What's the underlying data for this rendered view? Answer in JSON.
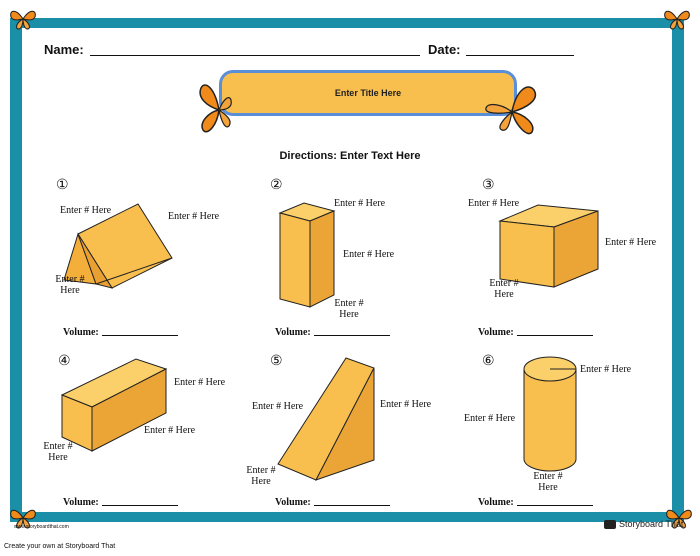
{
  "header": {
    "name_label": "Name:",
    "date_label": "Date:"
  },
  "title_banner": {
    "text": "Enter Title Here"
  },
  "directions": "Directions: Enter Text Here",
  "problems": [
    {
      "number": "①",
      "labels": [
        "Enter # Here",
        "Enter # Here",
        "Enter #",
        "Here"
      ],
      "volume_label": "Volume:"
    },
    {
      "number": "②",
      "labels": [
        "Enter # Here",
        "Enter # Here",
        "Enter #",
        "Here"
      ],
      "volume_label": "Volume:"
    },
    {
      "number": "③",
      "labels": [
        "Enter # Here",
        "Enter # Here",
        "Enter #",
        "Here"
      ],
      "volume_label": "Volume:"
    },
    {
      "number": "④",
      "labels": [
        "Enter # Here",
        "Enter # Here",
        "Enter #",
        "Here"
      ],
      "volume_label": "Volume:"
    },
    {
      "number": "⑤",
      "labels": [
        "Enter # Here",
        "Enter # Here",
        "Enter #",
        "Here"
      ],
      "volume_label": "Volume:"
    },
    {
      "number": "⑥",
      "labels": [
        "Enter # Here",
        "Enter # Here",
        "Enter #",
        "Here"
      ],
      "volume_label": "Volume:"
    }
  ],
  "footer": {
    "site": "www.storyboardthat.com",
    "logo_text": "Storyboard That",
    "caption": "Create your own at Storyboard That"
  },
  "colors": {
    "frame": "#1a8fa7",
    "shape_fill": "#f9bf4e",
    "banner_border": "#5a8fd8",
    "butterfly": "#f08a1a"
  }
}
